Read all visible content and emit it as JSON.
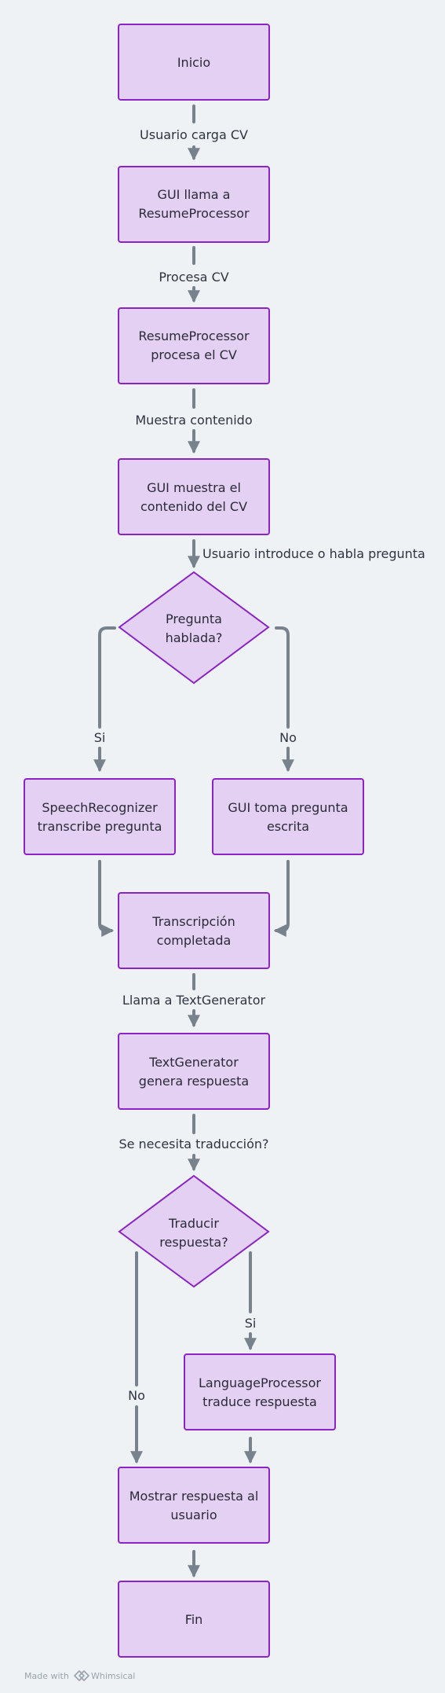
{
  "nodes": {
    "inicio": "Inicio",
    "gui_llama": [
      "GUI llama a",
      "ResumeProcessor"
    ],
    "resume_procesa": [
      "ResumeProcessor",
      "procesa el CV"
    ],
    "gui_muestra": [
      "GUI muestra el",
      "contenido del CV"
    ],
    "pregunta_hablada": [
      "Pregunta",
      "hablada?"
    ],
    "speech": [
      "SpeechRecognizer",
      "transcribe pregunta"
    ],
    "gui_toma": [
      "GUI toma pregunta",
      "escrita"
    ],
    "transcripcion": [
      "Transcripción",
      "completada"
    ],
    "textgen": [
      "TextGenerator",
      "genera respuesta"
    ],
    "traducir": [
      "Traducir",
      "respuesta?"
    ],
    "language": [
      "LanguageProcessor",
      "traduce respuesta"
    ],
    "mostrar": [
      "Mostrar respuesta al",
      "usuario"
    ],
    "fin": "Fin"
  },
  "edge_labels": {
    "usuario_carga": "Usuario carga CV",
    "procesa_cv": "Procesa CV",
    "muestra_contenido": "Muestra contenido",
    "usuario_introduce": "Usuario introduce o habla pregunta",
    "si_1": "Si",
    "no_1": "No",
    "llama_textgen": "Llama a TextGenerator",
    "se_necesita": "Se necesita traducción?",
    "si_2": "Si",
    "no_2": "No"
  },
  "footer": {
    "made_with": "Made with",
    "brand": "Whimsical"
  },
  "colors": {
    "node_fill": "#e3d0f3",
    "node_stroke": "#8b24c4",
    "edge": "#78828d",
    "background": "#eef2f5"
  }
}
